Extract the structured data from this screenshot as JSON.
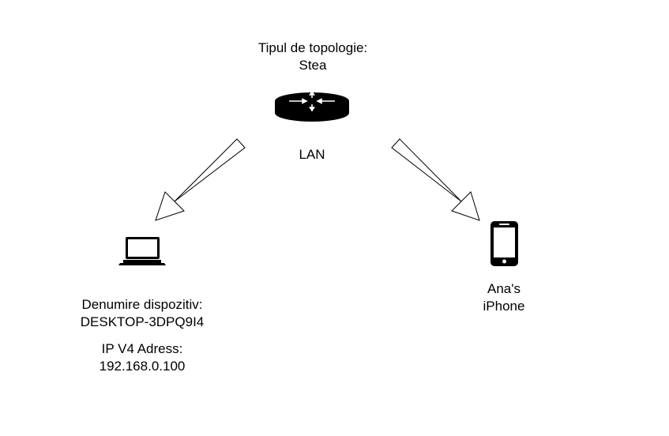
{
  "topology": {
    "line1": "Tipul de topologie:",
    "line2": "Stea"
  },
  "router": {
    "icon": "router-icon",
    "label": "LAN"
  },
  "laptop": {
    "icon": "laptop-icon",
    "name_label": "Denumire dispozitiv:",
    "name_value": "DESKTOP-3DPQ9I4",
    "ip_label": "IP V4 Adress:",
    "ip_value": "192.168.0.100"
  },
  "phone": {
    "icon": "smartphone-icon",
    "line1": "Ana's",
    "line2": "iPhone"
  }
}
